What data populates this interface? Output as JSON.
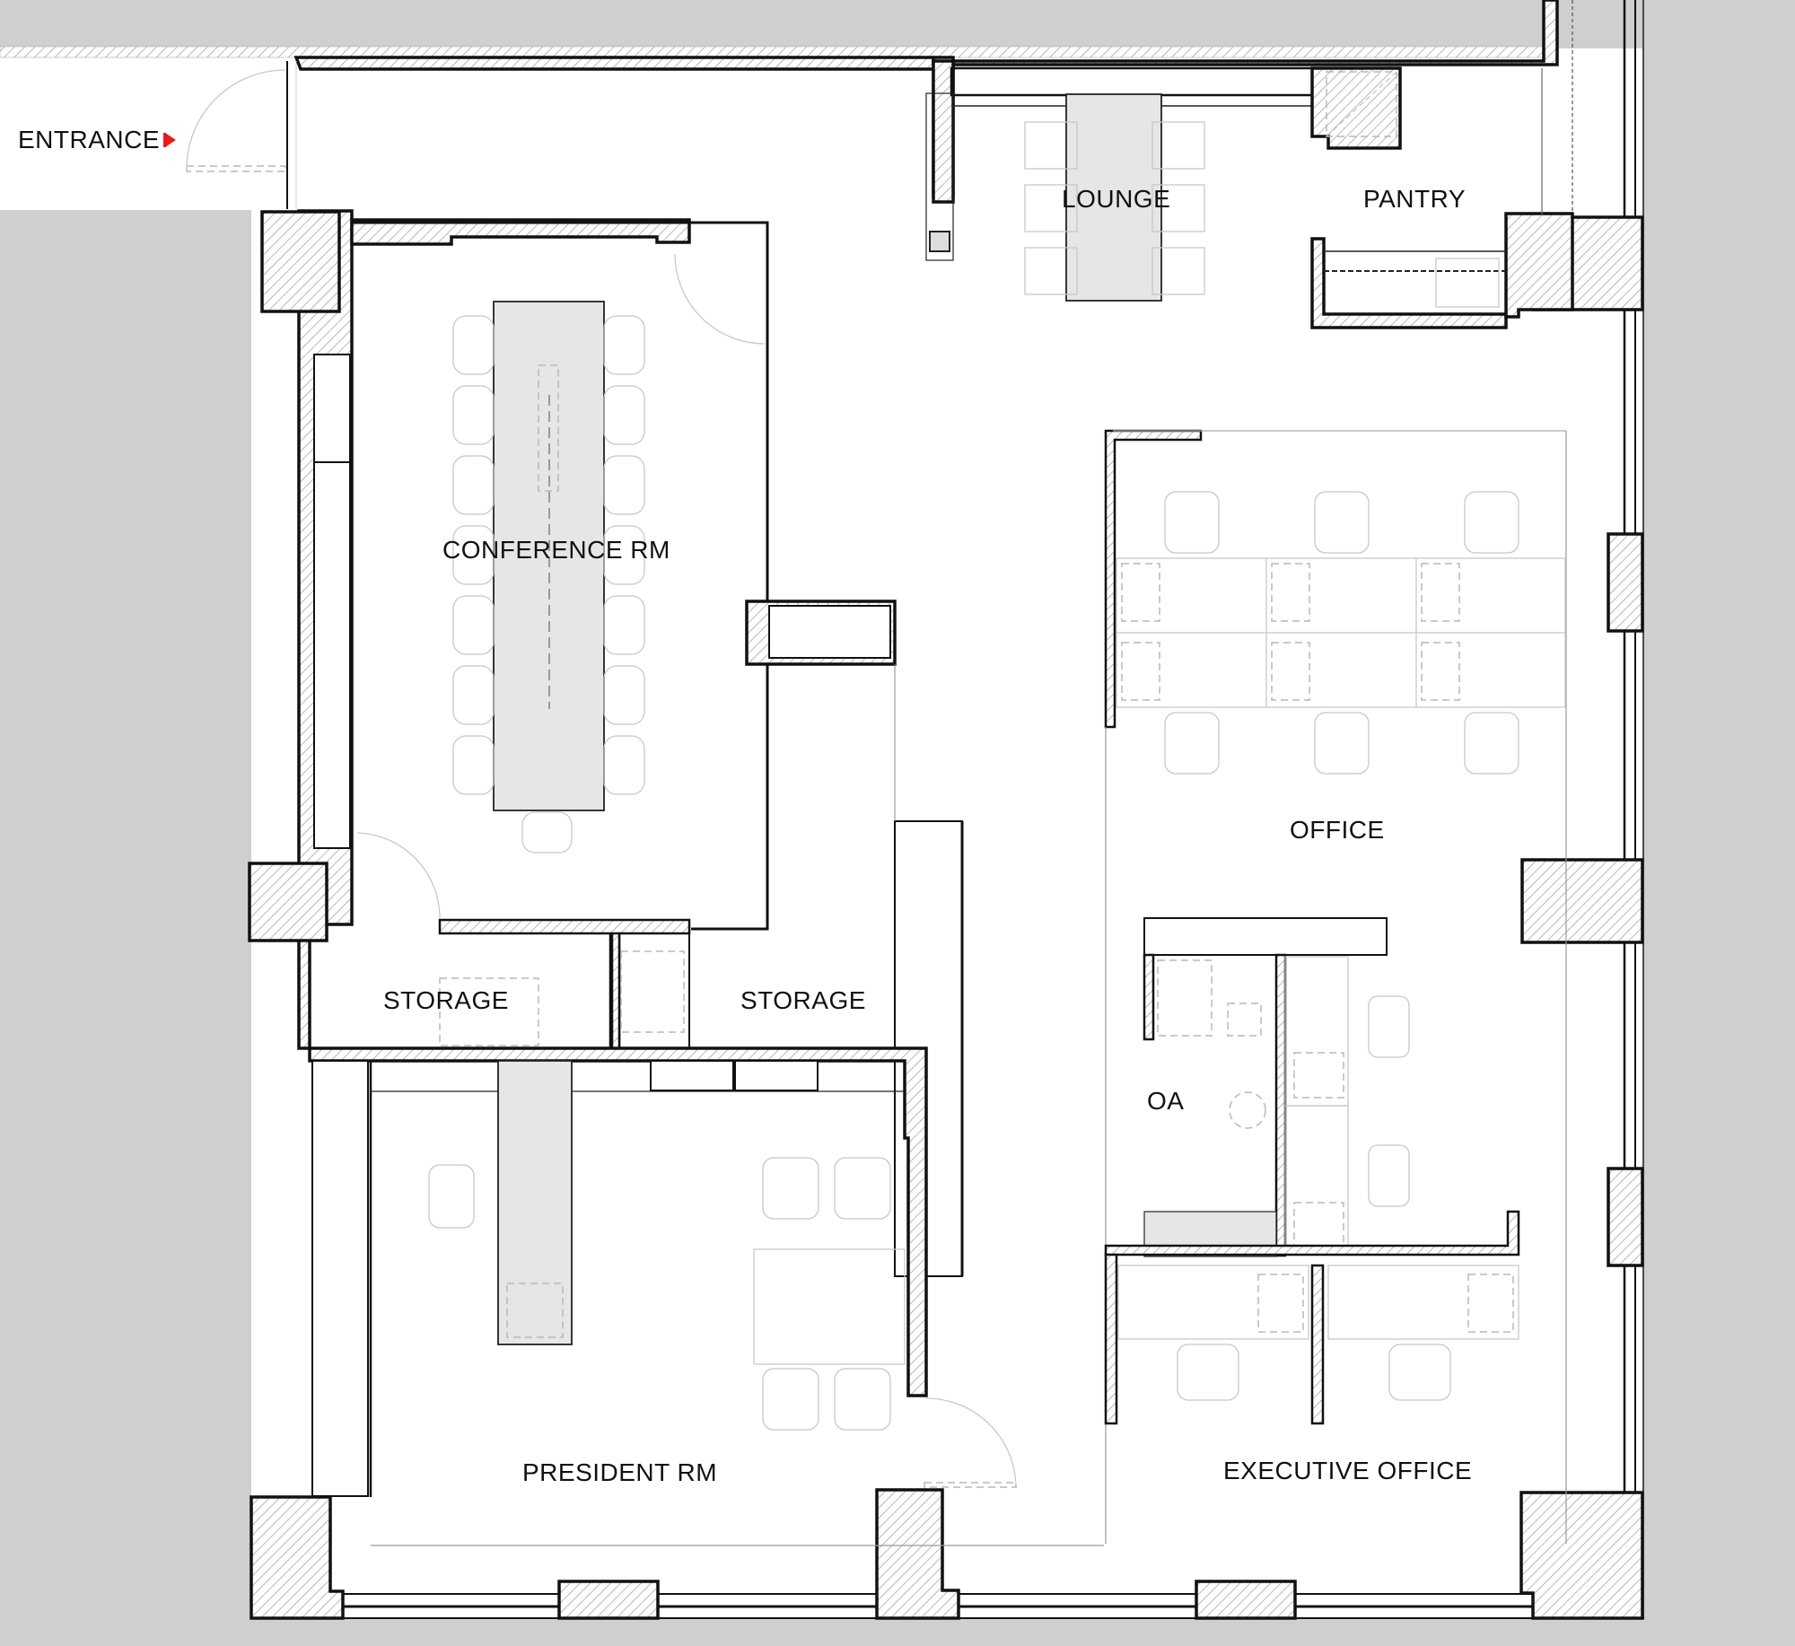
{
  "plan": {
    "title": "Office Floor Plan",
    "colors": {
      "exterior": "#cfcfcf",
      "wall_outline": "#111111",
      "furniture": "#c8c8c8",
      "table_fill": "#e6e6e6",
      "entrance_arrow": "#e81b1b"
    }
  },
  "labels": {
    "entrance": "ENTRANCE",
    "lounge": "LOUNGE",
    "pantry": "PANTRY",
    "conference": "CONFERENCE RM",
    "office": "OFFICE",
    "storage_left": "STORAGE",
    "storage_right": "STORAGE",
    "oa": "OA",
    "president": "PRESIDENT RM",
    "executive": "EXECUTIVE OFFICE"
  },
  "icons": {
    "entrance_arrow": "red-arrow-right",
    "door_swing": "door-arc",
    "chair": "office-chair",
    "table": "table",
    "sink": "sink",
    "column": "structural-column"
  },
  "furniture_counts": {
    "conference_chairs": 15,
    "lounge_chairs": 6,
    "office_chairs": 6,
    "oa_chairs": 2,
    "president_chairs": 5,
    "executive_chairs": 2
  }
}
